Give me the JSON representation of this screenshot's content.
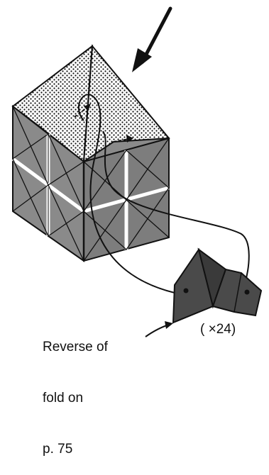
{
  "labels": {
    "note_line1": "Reverse of",
    "note_line2": "fold on",
    "note_line3": "p. 75",
    "count": "( ×24)"
  },
  "colors": {
    "cube_face": "#8a8a8a",
    "cube_face_dark": "#6f6f6f",
    "piece": "#4a4a4a",
    "ink": "#111111",
    "dot_fill": "#ffffff"
  }
}
